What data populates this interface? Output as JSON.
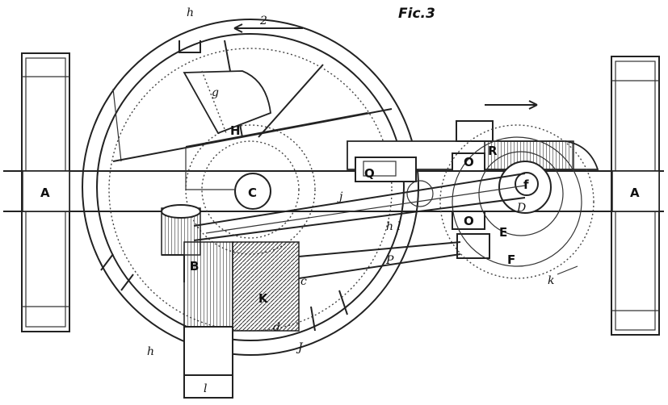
{
  "figure": {
    "title": "Fic.3",
    "arrow_top_label": "2",
    "labels": {
      "A_left": "A",
      "A_right": "A",
      "C": "C",
      "B": "B",
      "K": "K",
      "H": "H",
      "g": "g",
      "J": "J",
      "h_top": "h",
      "h_bottom": "h",
      "l": "l",
      "Q": "Q",
      "R": "R",
      "O_top": "O",
      "O_bottom": "O",
      "E": "E",
      "F": "F",
      "D": "D",
      "f": "f",
      "k": "k",
      "P": "P",
      "hl": "h l",
      "d": "d",
      "c": "c",
      "j": "j"
    }
  }
}
